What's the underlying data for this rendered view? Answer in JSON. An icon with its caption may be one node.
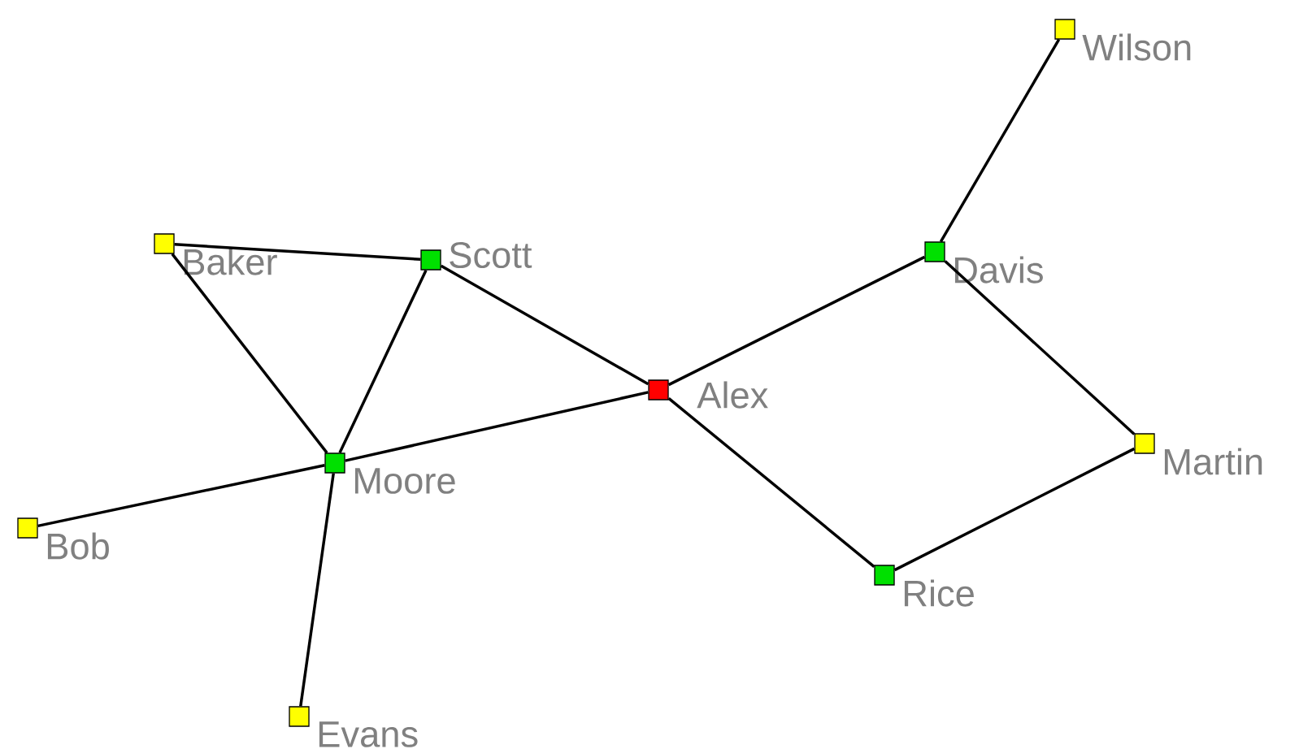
{
  "diagram": {
    "nodes": [
      {
        "text": [
          "Wilson"
        ]
      },
      {
        "text": [
          "Baker"
        ]
      },
      {
        "text": [
          "Scott"
        ]
      },
      {
        "text": [
          "Davis"
        ]
      },
      {
        "text": [
          "Alex"
        ]
      },
      {
        "text": [
          "Martin"
        ]
      },
      {
        "text": [
          "Moore"
        ]
      },
      {
        "text": [
          "Bob"
        ]
      },
      {
        "text": [
          "Rice"
        ]
      },
      {
        "text": [
          "Evans"
        ]
      }
    ],
    "edges": [
      {
        "from": 0,
        "to": 3,
        "arrow": "none"
      },
      {
        "from": 1,
        "to": 2,
        "arrow": "none"
      },
      {
        "from": 1,
        "to": 6,
        "arrow": "none"
      },
      {
        "from": 2,
        "to": 6,
        "arrow": "none"
      },
      {
        "from": 2,
        "to": 4,
        "arrow": "none"
      },
      {
        "from": 3,
        "to": 4,
        "arrow": "none"
      },
      {
        "from": 3,
        "to": 5,
        "arrow": "none"
      },
      {
        "from": 4,
        "to": 6,
        "arrow": "none"
      },
      {
        "from": 4,
        "to": 8,
        "arrow": "none"
      },
      {
        "from": 5,
        "to": 8,
        "arrow": "none"
      },
      {
        "from": 6,
        "to": 7,
        "arrow": "none"
      },
      {
        "from": 6,
        "to": 9,
        "arrow": "none"
      }
    ]
  }
}
